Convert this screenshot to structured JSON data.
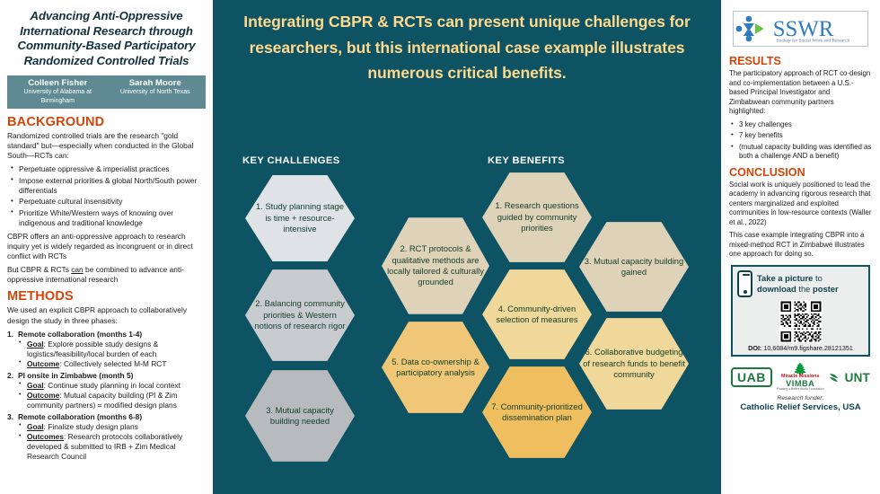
{
  "colors": {
    "teal": "#0d5363",
    "orange_heading": "#d2460a",
    "headline_yellow": "#ffd98c",
    "author_bar": "#5f8a94",
    "hex_grey_light": "#dfe3e6",
    "hex_grey_mid": "#c9ccce",
    "hex_grey_dark": "#b8bbbd",
    "hex_tan_light": "#ded3b9",
    "hex_tan": "#e4d6b4",
    "hex_gold_light": "#f0d79a",
    "hex_gold": "#efc776",
    "hex_gold_dark": "#efbe5f",
    "green_logo": "#1c7a3e"
  },
  "left": {
    "title": "Advancing Anti-Oppressive International Research through Community-Based Participatory Randomized Controlled Trials",
    "authors": [
      {
        "name": "Colleen Fisher",
        "affiliation": "University of Alabama at Birmingham"
      },
      {
        "name": "Sarah Moore",
        "affiliation": "University of North Texas"
      }
    ],
    "background": {
      "heading": "BACKGROUND",
      "intro": "Randomized controlled trials are the research \"gold standard\" but—especially when conducted in the Global South—RCTs can:",
      "bullets": [
        "Perpetuate oppressive & imperialist practices",
        "Impose external priorities & global North/South power differentials",
        "Perpetuate cultural insensitivity",
        "Prioritize White/Western ways of knowing over indigenous and traditional knowledge"
      ],
      "para2": "CBPR offers an anti-oppressive approach to research inquiry yet is widely regarded as incongruent or in direct conflict with RCTs",
      "para3_pre": "But CBPR & RCTs ",
      "para3_underline": "can",
      "para3_post": " be combined to advance anti-oppressive international research"
    },
    "methods": {
      "heading": "METHODS",
      "intro": "We used an explicit CBPR approach to collaboratively design the study in three phases:",
      "phases": [
        {
          "num": "1.",
          "title": "Remote collaboration (months 1-4)",
          "items": [
            {
              "label": "Goal",
              "text": ": Explore possible study designs & logistics/feasibility/local burden of each"
            },
            {
              "label": "Outcome",
              "text": ": Collectively selected M-M RCT"
            }
          ]
        },
        {
          "num": "2.",
          "title": "PI onsite in Zimbabwe (month 5)",
          "items": [
            {
              "label": "Goal",
              "text": ": Continue study planning in local context"
            },
            {
              "label": "Outcome",
              "text": ": Mutual capacity building (PI & Zim community partners) = modified design plans"
            }
          ]
        },
        {
          "num": "3.",
          "title": "Remote collaboration (months 6-8)",
          "items": [
            {
              "label": "Goal",
              "text": ": Finalize study design plans"
            },
            {
              "label": "Outcomes",
              "text": ": Research protocols collaboratively developed & submitted to IRB + Zim Medical Research Council"
            }
          ]
        }
      ]
    }
  },
  "center": {
    "headline": "Integrating CBPR & RCTs can present unique challenges for researchers, but this international case example illustrates numerous critical benefits.",
    "challenges_label": "KEY CHALLENGES",
    "benefits_label": "KEY BENEFITS",
    "challenges": [
      {
        "text": "1. Study planning stage is time + resource-intensive"
      },
      {
        "text": "2. Balancing community priorities & Western notions of research rigor"
      },
      {
        "text": "3. Mutual capacity building needed"
      }
    ],
    "benefits": [
      {
        "text": "1. Research questions guided by community priorities"
      },
      {
        "text": "2. RCT protocols & qualitative methods are locally tailored & culturally grounded"
      },
      {
        "text": "3. Mutual capacity building gained"
      },
      {
        "text": "4. Community-driven selection of measures"
      },
      {
        "text": "5. Data co-ownership & participatory analysis"
      },
      {
        "text": "6. Collaborative budgeting of research funds to benefit community"
      },
      {
        "text": "7. Community-prioritized dissemination plan"
      }
    ]
  },
  "right": {
    "logo": {
      "name": "SSWR",
      "tagline": "Society for Social Work and Research"
    },
    "results": {
      "heading": "RESULTS",
      "intro": "The participatory approach of RCT co-design and co-implementation between a U.S.-based Principal Investigator and Zimbabwean community partners highlighted:",
      "bullets": [
        "3 key challenges",
        "7 key benefits",
        "(mutual capacity building was identified as both a challenge AND a benefit)"
      ]
    },
    "conclusion": {
      "heading": "CONCLUSION",
      "para1": "Social work is uniquely positioned to lead the academy in advancing rigorous research that centers marginalized and exploited communities in low-resource contexts (Waller et al., 2022)",
      "para2": "This case example integrating CBPR into a mixed-method RCT in Zimbabwe illustrates one approach for doing so."
    },
    "qr": {
      "line1_b1": "Take a picture",
      "line1_rest": " to",
      "line2_b1": "download",
      "line2_mid": " the ",
      "line2_b2": "poster",
      "doi_label": "DOI:",
      "doi_value": " 10.6084/m9.figshare.28121351"
    },
    "logos": {
      "uab": "UAB",
      "vimba_top": "Miracle Missions",
      "vimba_name": "VIMBA",
      "vimba_sub": "Planting a Better World Foundation",
      "unt": "UNT"
    },
    "funder": {
      "label": "Research funder:",
      "name": "Catholic Relief Services, USA"
    }
  }
}
